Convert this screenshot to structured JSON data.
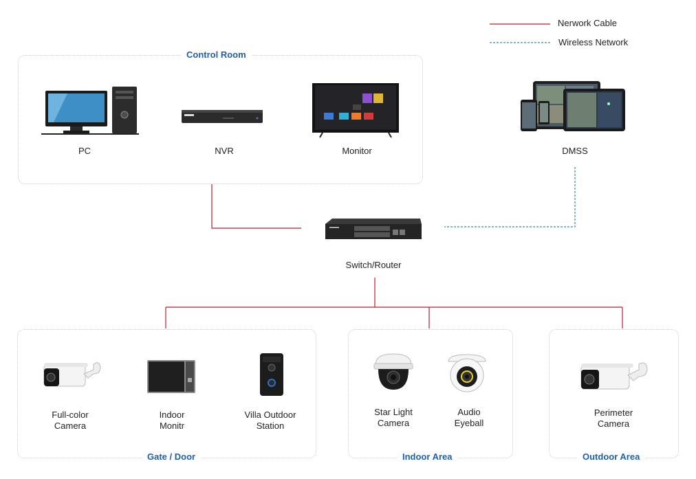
{
  "legend": {
    "network_cable": "Nerwork Cable",
    "wireless_network": "Wireless Network"
  },
  "colors": {
    "cable": "#c01a2c",
    "wireless": "#2a8fb5",
    "title": "#1f5fa6",
    "box_border": "#c9c9c9"
  },
  "control_room": {
    "title": "Control Room",
    "devices": [
      {
        "label": "PC",
        "icon": "pc-icon"
      },
      {
        "label": "NVR",
        "icon": "nvr-icon"
      },
      {
        "label": "Monitor",
        "icon": "monitor-icon"
      }
    ]
  },
  "dmss": {
    "label": "DMSS",
    "icon": "mobile-devices-icon"
  },
  "switch": {
    "label": "Switch/Router",
    "icon": "switch-icon"
  },
  "gate_door": {
    "title": "Gate / Door",
    "devices": [
      {
        "label_line1": "Full-color",
        "label_line2": "Camera",
        "icon": "bullet-camera-icon"
      },
      {
        "label_line1": "Indoor",
        "label_line2": "Monitr",
        "icon": "indoor-monitor-icon"
      },
      {
        "label_line1": "Villa Outdoor",
        "label_line2": "Station",
        "icon": "door-station-icon"
      }
    ]
  },
  "indoor_area": {
    "title": "Indoor Area",
    "devices": [
      {
        "label_line1": "Star Light",
        "label_line2": "Camera",
        "icon": "dome-camera-icon"
      },
      {
        "label_line1": "Audio",
        "label_line2": "Eyeball",
        "icon": "eyeball-camera-icon"
      }
    ]
  },
  "outdoor_area": {
    "title": "Outdoor Area",
    "devices": [
      {
        "label_line1": "Perimeter",
        "label_line2": "Camera",
        "icon": "bullet-camera-icon"
      }
    ]
  }
}
